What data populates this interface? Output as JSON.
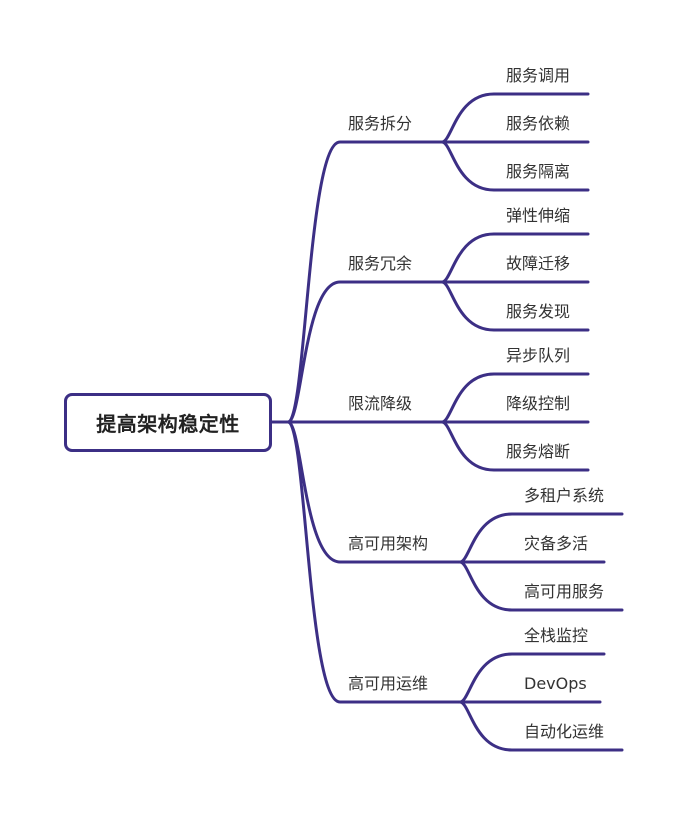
{
  "colors": {
    "line": "#3c2f85",
    "text": "#333333",
    "root_text": "#222222"
  },
  "root": {
    "label": "提高架构稳定性"
  },
  "branches": [
    {
      "label": "服务拆分",
      "children": [
        "服务调用",
        "服务依赖",
        "服务隔离"
      ]
    },
    {
      "label": "服务冗余",
      "children": [
        "弹性伸缩",
        "故障迁移",
        "服务发现"
      ]
    },
    {
      "label": "限流降级",
      "children": [
        "异步队列",
        "降级控制",
        "服务熔断"
      ]
    },
    {
      "label": "高可用架构",
      "children": [
        "多租户系统",
        "灾备多活",
        "高可用服务"
      ]
    },
    {
      "label": "高可用运维",
      "children": [
        "全栈监控",
        "DevOps",
        "自动化运维"
      ]
    }
  ]
}
